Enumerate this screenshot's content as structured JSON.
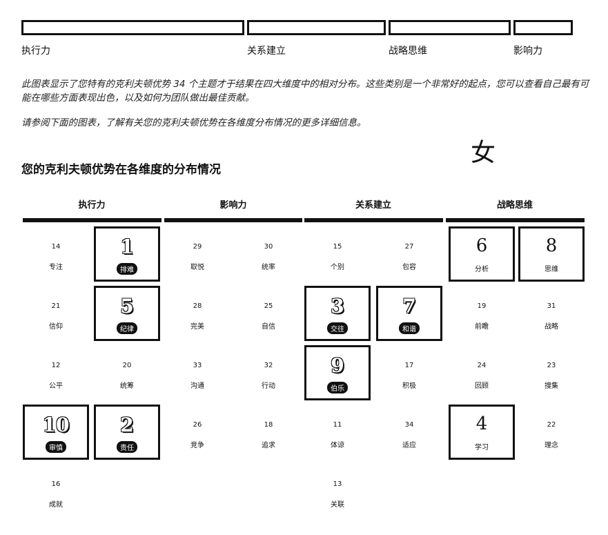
{
  "bars": [
    {
      "label": "执行力"
    },
    {
      "label": "关系建立"
    },
    {
      "label": "战略思维"
    },
    {
      "label": "影响力"
    }
  ],
  "intro": {
    "p1": "此图表显示了您特有的克利夫顿优势 34 个主题才于结果在四大维度中的相对分布。这些类别是一个非常好的起点，您可以查看自己最有可能在哪些方面表现出色，以及如何为团队做出最佳贡献。",
    "p2": "请参阅下面的图表，了解有关您的克利夫顿优势在各维度分布情况的更多详细信息。"
  },
  "gender": "女",
  "section_title": "您的克利夫顿优势在各维度的分布情况",
  "dimensions": [
    "执行力",
    "影响力",
    "关系建立",
    "战略思维"
  ],
  "cells": [
    {
      "num": "14",
      "name": "专注"
    },
    {
      "num": "1",
      "name": "排难",
      "style": "hi"
    },
    {
      "num": "29",
      "name": "取悦"
    },
    {
      "num": "30",
      "name": "统率"
    },
    {
      "num": "15",
      "name": "个别"
    },
    {
      "num": "27",
      "name": "包容"
    },
    {
      "num": "6",
      "name": "分析",
      "style": "plain-hi"
    },
    {
      "num": "8",
      "name": "思维",
      "style": "plain-hi"
    },
    {
      "num": "21",
      "name": "信仰"
    },
    {
      "num": "5",
      "name": "纪律",
      "style": "hi"
    },
    {
      "num": "28",
      "name": "完美"
    },
    {
      "num": "25",
      "name": "自信"
    },
    {
      "num": "3",
      "name": "交往",
      "style": "hi"
    },
    {
      "num": "7",
      "name": "和谐",
      "style": "hi"
    },
    {
      "num": "19",
      "name": "前瞻"
    },
    {
      "num": "31",
      "name": "战略"
    },
    {
      "num": "12",
      "name": "公平"
    },
    {
      "num": "20",
      "name": "统筹"
    },
    {
      "num": "33",
      "name": "沟通"
    },
    {
      "num": "32",
      "name": "行动"
    },
    {
      "num": "9",
      "name": "伯乐",
      "style": "hi"
    },
    {
      "num": "17",
      "name": "积极"
    },
    {
      "num": "24",
      "name": "回顾"
    },
    {
      "num": "23",
      "name": "搜集"
    },
    {
      "num": "10",
      "name": "审慎",
      "style": "hi"
    },
    {
      "num": "2",
      "name": "责任",
      "style": "hi"
    },
    {
      "num": "26",
      "name": "竞争"
    },
    {
      "num": "18",
      "name": "追求"
    },
    {
      "num": "11",
      "name": "体谅"
    },
    {
      "num": "34",
      "name": "适应"
    },
    {
      "num": "4",
      "name": "学习",
      "style": "plain-hi"
    },
    {
      "num": "22",
      "name": "理念"
    },
    {
      "num": "16",
      "name": "成就"
    },
    {
      "num": "",
      "name": ""
    },
    {
      "num": "",
      "name": ""
    },
    {
      "num": "",
      "name": ""
    },
    {
      "num": "13",
      "name": "关联"
    },
    {
      "num": "",
      "name": ""
    },
    {
      "num": "",
      "name": ""
    },
    {
      "num": "",
      "name": ""
    }
  ]
}
